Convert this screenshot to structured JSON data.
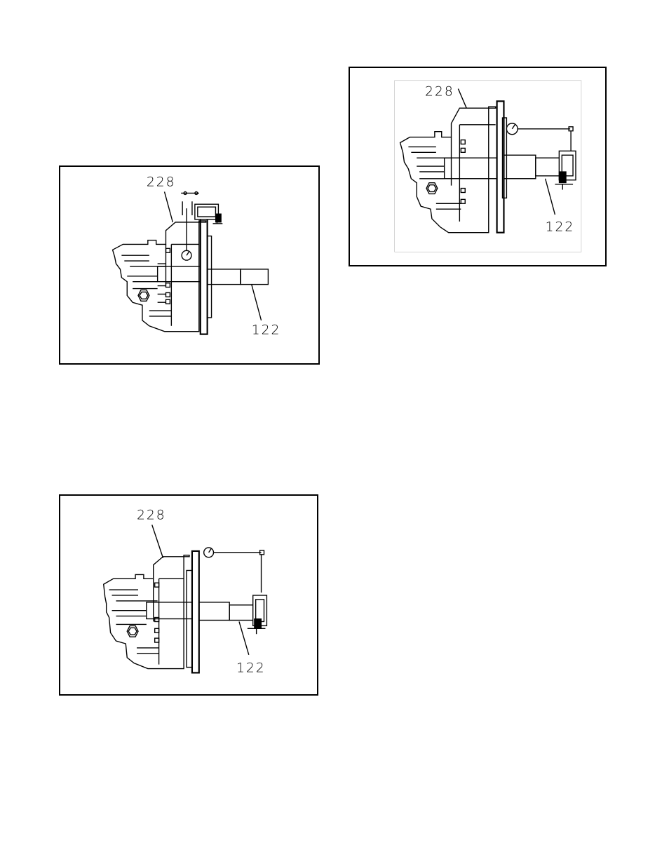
{
  "figures": [
    {
      "id": "fig1",
      "labels": {
        "part_a": "228",
        "part_b": "122"
      }
    },
    {
      "id": "fig2",
      "labels": {
        "part_a": "228",
        "part_b": "122"
      }
    },
    {
      "id": "fig3",
      "labels": {
        "part_a": "228",
        "part_b": "122"
      }
    }
  ]
}
